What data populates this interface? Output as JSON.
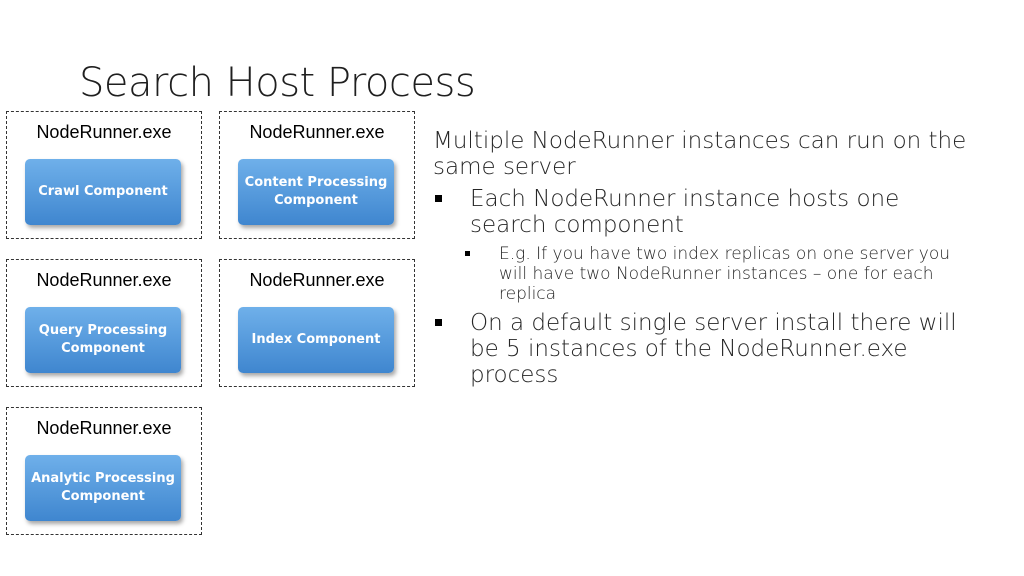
{
  "slide": {
    "title": "Search Host Process"
  },
  "nodes": [
    {
      "label": "NodeRunner.exe",
      "component": "Crawl Component"
    },
    {
      "label": "NodeRunner.exe",
      "component": "Content Processing Component"
    },
    {
      "label": "NodeRunner.exe",
      "component": "Query Processing Component"
    },
    {
      "label": "NodeRunner.exe",
      "component": "Index Component"
    },
    {
      "label": "NodeRunner.exe",
      "component": "Analytic Processing Component"
    }
  ],
  "bullets": {
    "intro": "Multiple NodeRunner instances can run on the same server",
    "item1": "Each NodeRunner instance hosts one search component",
    "item1_sub": "E.g. If you have two index replicas on one server you will have two NodeRunner instances – one for each replica",
    "item2": "On a default single server install there will be 5 instances of the NodeRunner.exe process"
  },
  "colors": {
    "component_top": "#6fb0ea",
    "component_bottom": "#3f86cf",
    "component_text": "#ffffff"
  }
}
